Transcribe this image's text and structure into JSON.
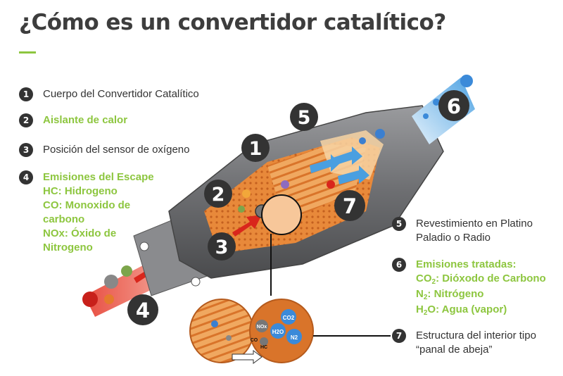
{
  "title": "¿Cómo es un convertidor catalítico?",
  "legend": [
    {
      "num": "1",
      "lines": [
        "Cuerpo del Convertidor Catalítico"
      ]
    },
    {
      "num": "2",
      "lines": [
        "Aislante de calor"
      ]
    },
    {
      "num": "3",
      "lines": [
        "Posición del sensor de oxígeno"
      ]
    },
    {
      "num": "4",
      "lines": [
        "Emisiones del Escape",
        "HC: Hidrogeno",
        "CO: Monoxido de",
        "carbono",
        "NOx: Óxido de",
        "Nitrogeno"
      ]
    },
    {
      "num": "5",
      "lines": [
        "Revestimiento en Platino",
        "Paladio o Radio"
      ]
    },
    {
      "num": "6",
      "lines": {
        "l1_pre": "CO",
        "l1_sub": "2",
        "l1_post": ": Dióxodo de Carbono",
        "l2_pre": "N",
        "l2_sub": "2",
        "l2_post": ": Nitrógeno",
        "l3_pre": "H",
        "l3_sub": "2",
        "l3_post": "O: Agua (vapor)"
      },
      "heading": "Emisiones tratadas:"
    },
    {
      "num": "7",
      "lines": [
        "Estructura del interior tipo",
        "“panal de abeja”"
      ]
    }
  ],
  "callouts": [
    "1",
    "2",
    "3",
    "4",
    "5",
    "6",
    "7"
  ],
  "molecules": {
    "co2": "CO2",
    "h2o": "H2O",
    "n2": "N2",
    "nox": "NOx",
    "co": "CO",
    "hc": "HC"
  },
  "colors": {
    "accent": "#8dc63f",
    "dark": "#333333",
    "metal": "#6d6e71",
    "honeycomb": "#e8893a",
    "hot": "#e5332a",
    "clean": "#4a9fe0"
  }
}
